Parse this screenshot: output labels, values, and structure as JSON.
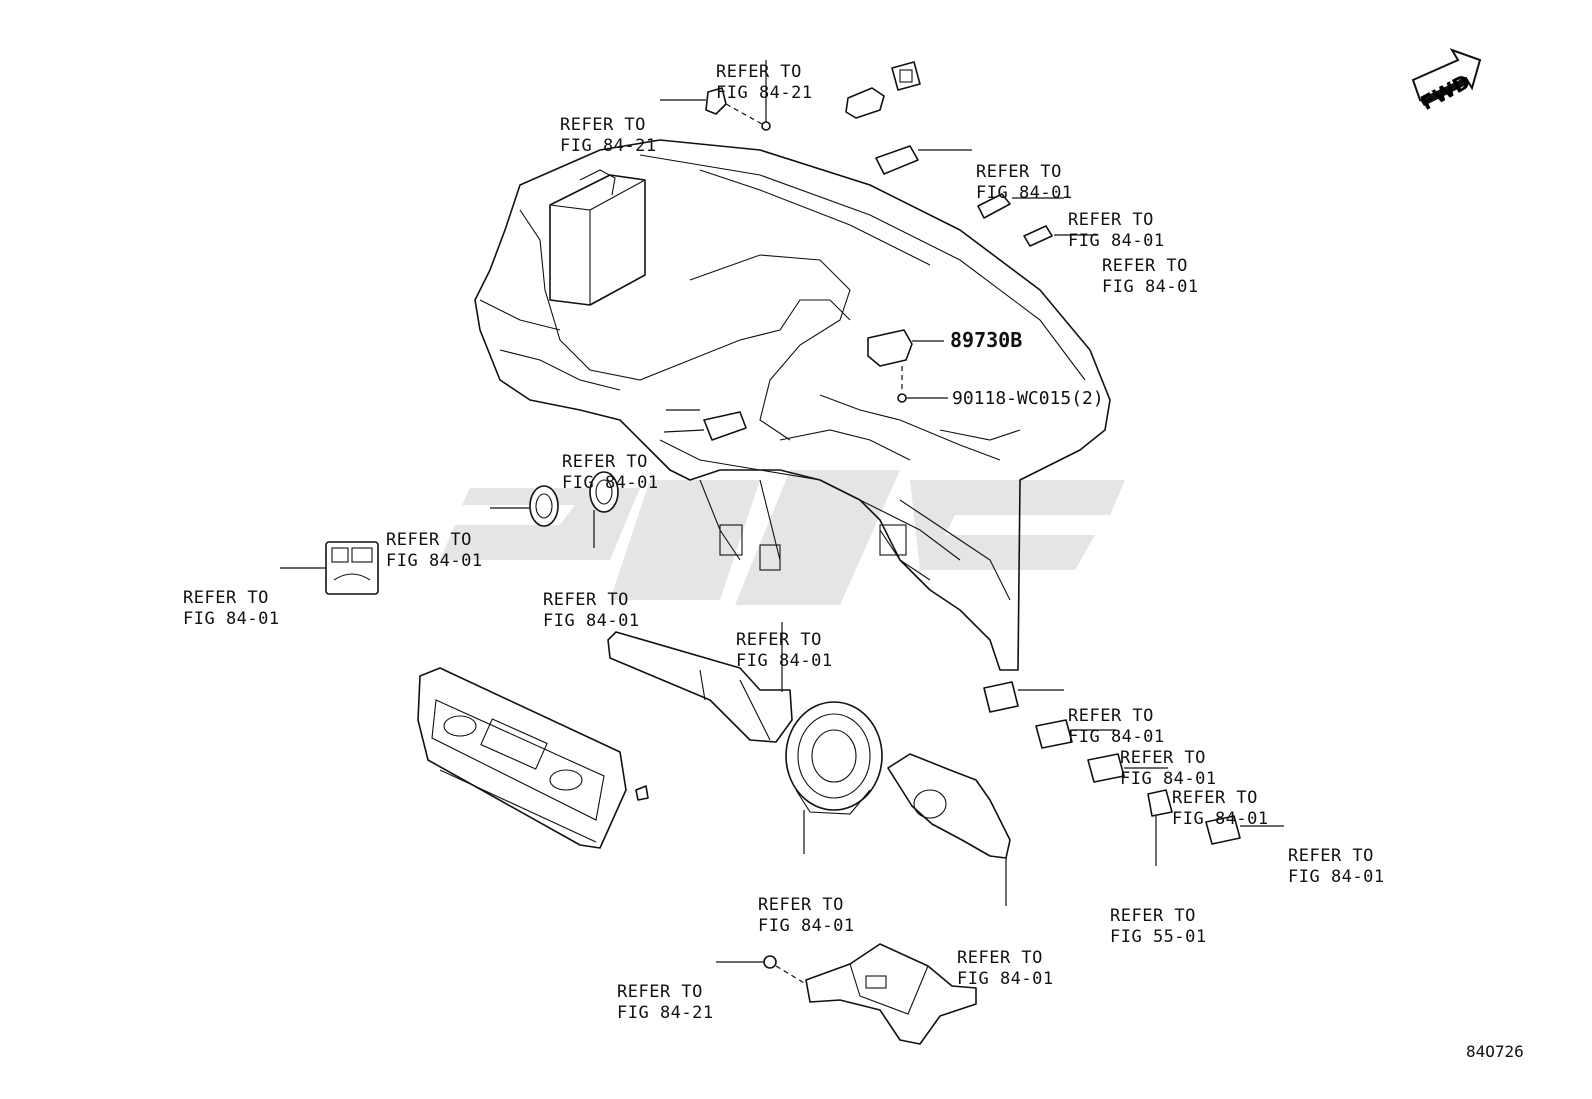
{
  "labels": {
    "refer_top_1": {
      "line1": "REFER TO",
      "line2": "FIG 84-21"
    },
    "refer_top_2": {
      "line1": "REFER TO",
      "line2": "FIG 84-21"
    },
    "refer_r1": {
      "line1": "REFER TO",
      "line2": "FIG 84-01"
    },
    "refer_r2": {
      "line1": "REFER TO",
      "line2": "FIG 84-01"
    },
    "refer_r3": {
      "line1": "REFER TO",
      "line2": "FIG 84-01"
    },
    "refer_mid_left": {
      "line1": "REFER TO",
      "line2": "FIG 84-01"
    },
    "refer_outlet_1": {
      "line1": "REFER TO",
      "line2": "FIG 84-01"
    },
    "refer_outlet_2": {
      "line1": "REFER TO",
      "line2": "FIG 84-01"
    },
    "refer_switch_panel": {
      "line1": "REFER TO",
      "line2": "FIG 84-01"
    },
    "refer_combination_switch": {
      "line1": "REFER TO",
      "line2": "FIG 84-01"
    },
    "refer_spiral_cable": {
      "line1": "REFER TO",
      "line2": "FIG 84-01"
    },
    "refer_wiper_switch": {
      "line1": "REFER TO",
      "line2": "FIG 84-01"
    },
    "refer_sw_1": {
      "line1": "REFER TO",
      "line2": "FIG 84-01"
    },
    "refer_sw_2": {
      "line1": "REFER TO",
      "line2": "FIG 84-01"
    },
    "refer_sw_3": {
      "line1": "REFER TO",
      "line2": "FIG 84-01"
    },
    "refer_sw_4": {
      "line1": "REFER TO",
      "line2": "FIG 84-01"
    },
    "refer_sw_55": {
      "line1": "REFER TO",
      "line2": "FIG 55-01"
    },
    "refer_airbag_sensor": {
      "line1": "REFER TO",
      "line2": "FIG 84-21"
    }
  },
  "part_numbers": {
    "sensor": "89730B",
    "screw": "90118-WC015(2)"
  },
  "fwd_label": "FWD",
  "figure_code": "84O726"
}
